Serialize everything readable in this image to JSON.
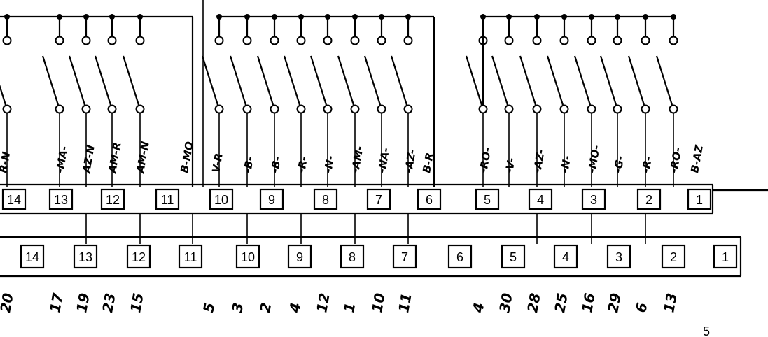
{
  "wire_labels": [
    "R-N",
    "-MA-",
    "AZ-N",
    "AM-R",
    "AM-N",
    "B-MO",
    "V-R",
    "-B-",
    "-B-",
    "-R-",
    "-N-",
    "-AM-",
    "-NA-",
    "-AZ-",
    "B-R",
    "-RO-",
    "-V-",
    "-AZ-",
    "-N-",
    "-MO-",
    "-G-",
    "-R-",
    "-RO-",
    "B-AZ"
  ],
  "upper_terminals": [
    "14",
    "13",
    "12",
    "11",
    "10",
    "9",
    "8",
    "7",
    "6",
    "5",
    "4",
    "3",
    "2",
    "1"
  ],
  "lower_terminals": [
    "14",
    "13",
    "12",
    "11",
    "10",
    "9",
    "8",
    "7",
    "6",
    "5",
    "4",
    "3",
    "2",
    "1"
  ],
  "pin_numbers": [
    "20",
    "17",
    "19",
    "23",
    "15",
    "5",
    "3",
    "2",
    "4",
    "12",
    "1",
    "10",
    "11",
    "4",
    "30",
    "28",
    "25",
    "16",
    "29",
    "6",
    "13"
  ],
  "corner_mark": "5"
}
